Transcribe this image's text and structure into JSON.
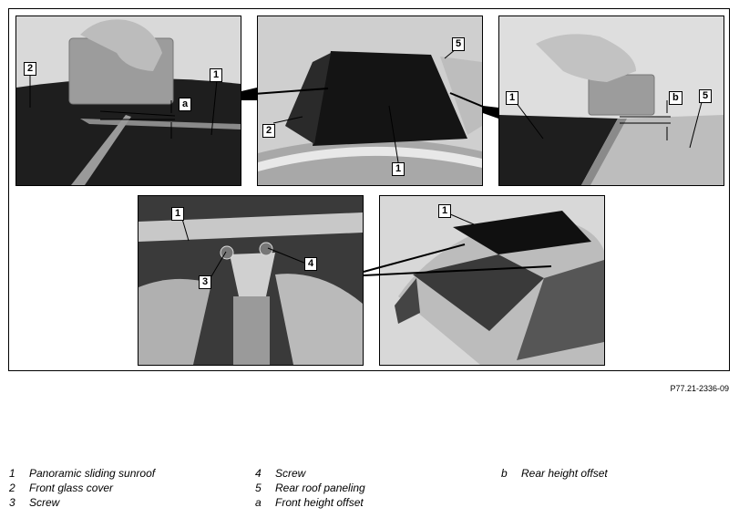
{
  "figure": {
    "reference": "P77.21-2336-09",
    "callouts": {
      "p1": [
        "2",
        "1",
        "a"
      ],
      "p2": [
        "5",
        "2",
        "1"
      ],
      "p3": [
        "1",
        "b",
        "5"
      ],
      "p4": [
        "1",
        "3",
        "4"
      ],
      "p5": [
        "1"
      ]
    }
  },
  "legend": [
    {
      "key": "1",
      "text": "Panoramic sliding sunroof"
    },
    {
      "key": "2",
      "text": "Front glass cover"
    },
    {
      "key": "3",
      "text": "Screw"
    },
    {
      "key": "4",
      "text": "Screw"
    },
    {
      "key": "5",
      "text": "Rear roof paneling"
    },
    {
      "key": "a",
      "text": "Front height offset"
    },
    {
      "key": "b",
      "text": "Rear height offset"
    }
  ]
}
